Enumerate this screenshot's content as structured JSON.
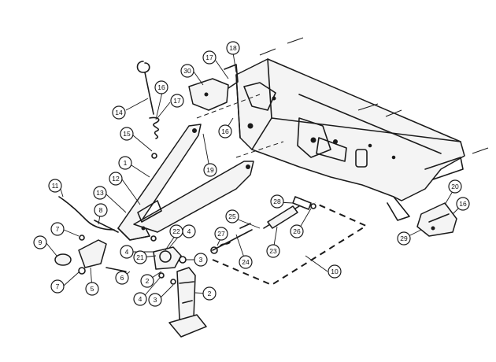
{
  "callouts": [
    {
      "id": "c30",
      "label": "30"
    },
    {
      "id": "c17a",
      "label": "17"
    },
    {
      "id": "c18",
      "label": "18"
    },
    {
      "id": "c16a",
      "label": "16"
    },
    {
      "id": "c14",
      "label": "14"
    },
    {
      "id": "c17b",
      "label": "17"
    },
    {
      "id": "c16b",
      "label": "16"
    },
    {
      "id": "c15",
      "label": "15"
    },
    {
      "id": "c19",
      "label": "19"
    },
    {
      "id": "c1",
      "label": "1"
    },
    {
      "id": "c12",
      "label": "12"
    },
    {
      "id": "c11",
      "label": "11"
    },
    {
      "id": "c13",
      "label": "13"
    },
    {
      "id": "c8",
      "label": "8"
    },
    {
      "id": "c7a",
      "label": "7"
    },
    {
      "id": "c9",
      "label": "9"
    },
    {
      "id": "c7b",
      "label": "7"
    },
    {
      "id": "c5",
      "label": "5"
    },
    {
      "id": "c6",
      "label": "6"
    },
    {
      "id": "c22",
      "label": "22"
    },
    {
      "id": "c4a",
      "label": "4"
    },
    {
      "id": "c4b",
      "label": "4"
    },
    {
      "id": "c21",
      "label": "21"
    },
    {
      "id": "c3a",
      "label": "3"
    },
    {
      "id": "c2a",
      "label": "2"
    },
    {
      "id": "c4c",
      "label": "4"
    },
    {
      "id": "c3b",
      "label": "3"
    },
    {
      "id": "c2b",
      "label": "2"
    },
    {
      "id": "c27",
      "label": "27"
    },
    {
      "id": "c24",
      "label": "24"
    },
    {
      "id": "c25",
      "label": "25"
    },
    {
      "id": "c28",
      "label": "28"
    },
    {
      "id": "c23",
      "label": "23"
    },
    {
      "id": "c26",
      "label": "26"
    },
    {
      "id": "c10",
      "label": "10"
    },
    {
      "id": "c20",
      "label": "20"
    },
    {
      "id": "c16c",
      "label": "16"
    },
    {
      "id": "c29",
      "label": "29"
    }
  ]
}
